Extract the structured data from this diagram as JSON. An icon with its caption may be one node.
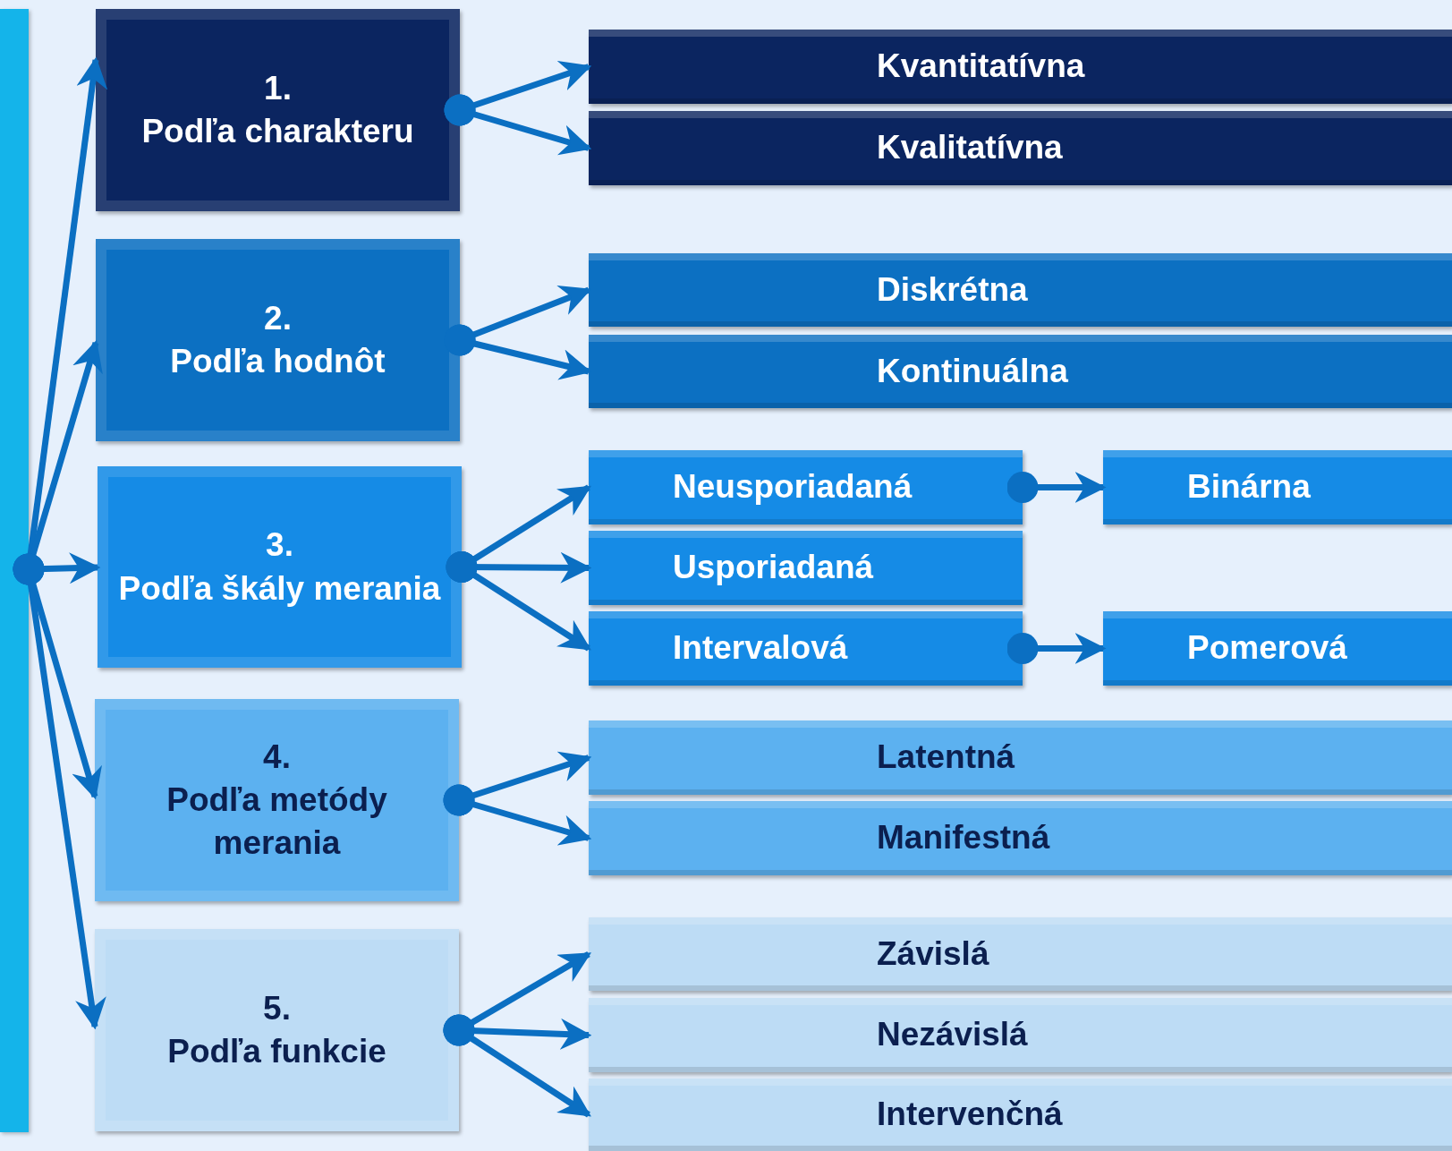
{
  "diagram": {
    "nodes": [
      {
        "text": [],
        "shape": "bar"
      },
      {
        "text": [
          "1.",
          "Podľa charakteru"
        ]
      },
      {
        "text": [
          "Kvantitatívna"
        ]
      },
      {
        "text": [
          "Kvalitatívna"
        ]
      },
      {
        "text": [
          "2.",
          "Podľa hodnôt"
        ]
      },
      {
        "text": [
          "Diskrétna"
        ]
      },
      {
        "text": [
          "Kontinuálna"
        ]
      },
      {
        "text": [
          "3.",
          "Podľa škály merania"
        ]
      },
      {
        "text": [
          "Neusporiadaná"
        ]
      },
      {
        "text": [
          "Binárna"
        ]
      },
      {
        "text": [
          "Usporiadaná"
        ]
      },
      {
        "text": [
          "Intervalová"
        ]
      },
      {
        "text": [
          "Pomerová"
        ]
      },
      {
        "text": [
          "4.",
          "Podľa metódy merania"
        ]
      },
      {
        "text": [
          "Latentná"
        ]
      },
      {
        "text": [
          "Manifestná"
        ]
      },
      {
        "text": [
          "5.",
          "Podľa funkcie"
        ]
      },
      {
        "text": [
          "Závislá"
        ]
      },
      {
        "text": [
          "Nezávislá"
        ]
      },
      {
        "text": [
          "Intervenčná"
        ]
      }
    ],
    "edges": [
      {
        "from": 0,
        "to": 1,
        "arrow": "to"
      },
      {
        "from": 0,
        "to": 4,
        "arrow": "to"
      },
      {
        "from": 0,
        "to": 7,
        "arrow": "to"
      },
      {
        "from": 0,
        "to": 13,
        "arrow": "to"
      },
      {
        "from": 0,
        "to": 16,
        "arrow": "to"
      },
      {
        "from": 1,
        "to": 2,
        "arrow": "to"
      },
      {
        "from": 1,
        "to": 3,
        "arrow": "to"
      },
      {
        "from": 4,
        "to": 5,
        "arrow": "to"
      },
      {
        "from": 4,
        "to": 6,
        "arrow": "to"
      },
      {
        "from": 7,
        "to": 8,
        "arrow": "to"
      },
      {
        "from": 7,
        "to": 10,
        "arrow": "to"
      },
      {
        "from": 7,
        "to": 11,
        "arrow": "to"
      },
      {
        "from": 8,
        "to": 9,
        "arrow": "to"
      },
      {
        "from": 11,
        "to": 12,
        "arrow": "to"
      },
      {
        "from": 13,
        "to": 14,
        "arrow": "to"
      },
      {
        "from": 13,
        "to": 15,
        "arrow": "to"
      },
      {
        "from": 16,
        "to": 17,
        "arrow": "to"
      },
      {
        "from": 16,
        "to": 18,
        "arrow": "to"
      },
      {
        "from": 16,
        "to": 19,
        "arrow": "to"
      }
    ]
  }
}
